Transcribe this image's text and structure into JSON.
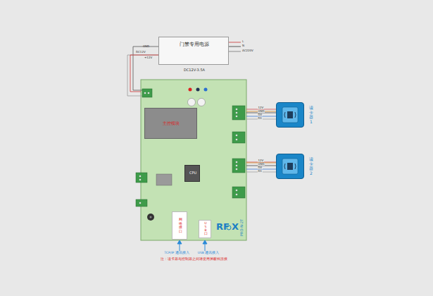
{
  "diagram": {
    "nodes": [
      {
        "text": [
          "门禁专用电源",
          "DC12V-3.5A"
        ]
      },
      {
        "text": [
          "RF",
          "X",
          "PRO-N-2T"
        ]
      },
      {
        "text": [
          "主控模块"
        ],
        "in": 1
      },
      {
        "text": [
          "CPU"
        ],
        "in": 1
      },
      {
        "text": [
          "网络接口"
        ],
        "in": 1
      },
      {
        "text": [
          "USB口"
        ],
        "in": 1
      },
      {
        "text": [
          "读卡器1"
        ]
      },
      {
        "text": [
          "读卡器2"
        ]
      }
    ],
    "edges": [
      {
        "from": 0,
        "to": 1,
        "arrow": "none"
      },
      {
        "from": 1,
        "to": 6,
        "arrow": "none"
      },
      {
        "from": 1,
        "to": 7,
        "arrow": "none"
      }
    ],
    "labels": [
      "GND",
      "DC12V",
      "+12V",
      "L",
      "N",
      "AC220V",
      "12V",
      "GND",
      "D0",
      "D1",
      "12V",
      "GND",
      "D0",
      "D1",
      "TCP/IP 通讯接入",
      "USB 通讯接入",
      "注：读卡器与控制器之间请使用屏蔽线连接"
    ]
  }
}
